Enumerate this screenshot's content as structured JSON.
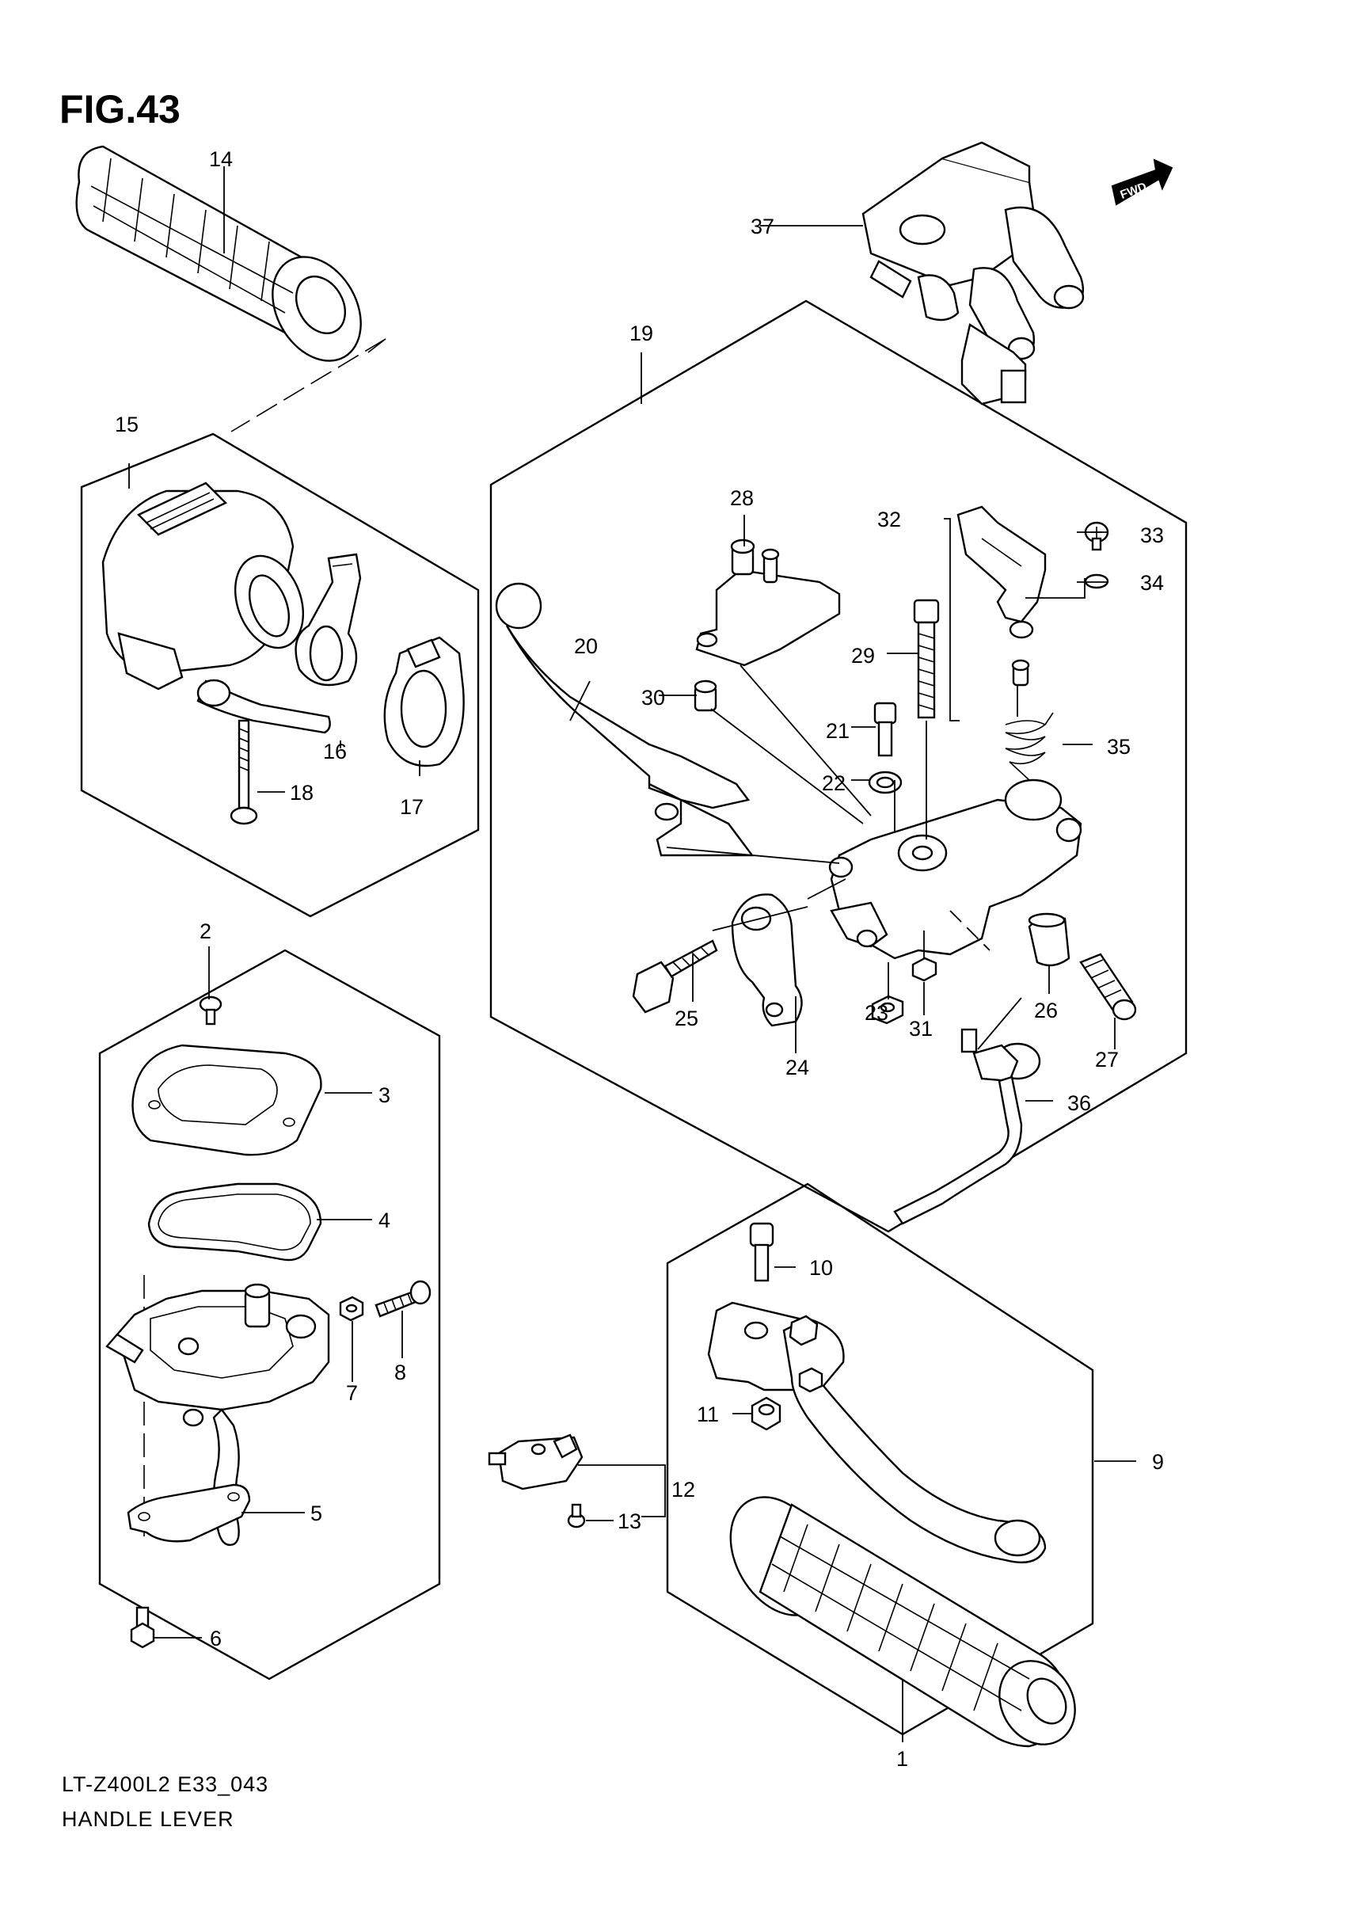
{
  "figure": {
    "title": "FIG.43",
    "direction_badge": "FWD"
  },
  "footer": {
    "model_code": "LT-Z400L2 E33_043",
    "section_name": "HANDLE LEVER"
  },
  "callouts": [
    "1",
    "2",
    "3",
    "4",
    "5",
    "6",
    "7",
    "8",
    "9",
    "10",
    "11",
    "12",
    "13",
    "14",
    "15",
    "16",
    "17",
    "18",
    "19",
    "20",
    "21",
    "22",
    "23",
    "24",
    "25",
    "26",
    "27",
    "28",
    "29",
    "30",
    "31",
    "32",
    "33",
    "34",
    "35",
    "36",
    "37"
  ],
  "colors": {
    "ink": "#000000",
    "paper": "#ffffff"
  }
}
